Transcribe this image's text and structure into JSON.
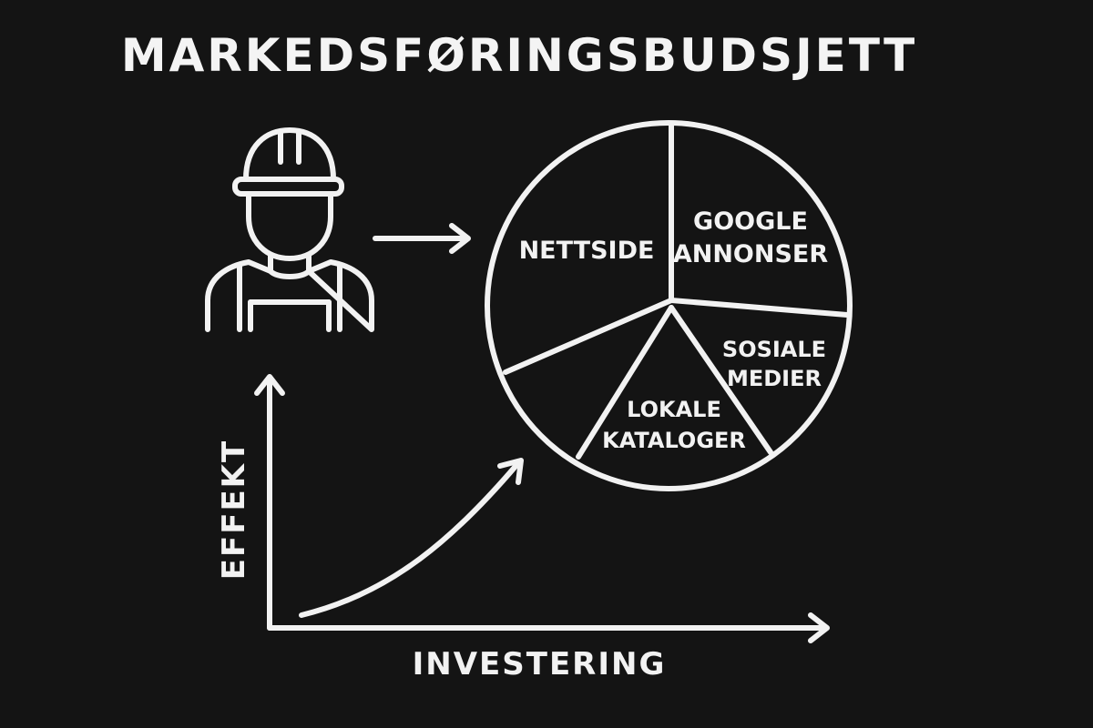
{
  "title": "MARKEDSFØRINGSBUDSJETT",
  "pie": {
    "segments": [
      {
        "lines": [
          "NETTSIDE"
        ]
      },
      {
        "lines": [
          "GOOGLE",
          "ANNONSER"
        ]
      },
      {
        "lines": [
          "SOSIALE",
          "MEDIER"
        ]
      },
      {
        "lines": [
          "LOKALE",
          "KATALOGER"
        ]
      }
    ]
  },
  "axes": {
    "x_label": "INVESTERING",
    "y_label": "EFFEKT"
  },
  "icons": {
    "person": "construction-worker-icon",
    "arrow": "right-arrow-icon"
  },
  "colors": {
    "background": "#141414",
    "foreground": "#f2f2f2"
  }
}
